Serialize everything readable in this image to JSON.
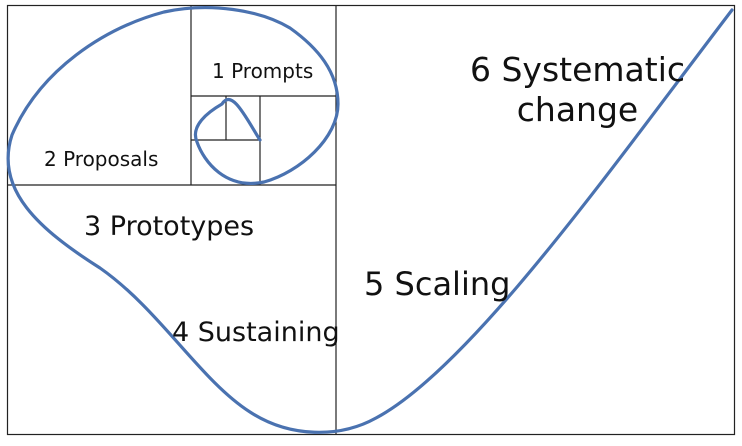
{
  "diagram": {
    "stages": [
      {
        "label": "1 Prompts"
      },
      {
        "label": "2 Proposals"
      },
      {
        "label": "3 Prototypes"
      },
      {
        "label": "4 Sustaining"
      },
      {
        "label": "5 Scaling"
      },
      {
        "label_line1": "6 Systematic",
        "label_line2": "change"
      }
    ],
    "colors": {
      "spiral": "#4a72b0",
      "grid": "#222222"
    }
  }
}
